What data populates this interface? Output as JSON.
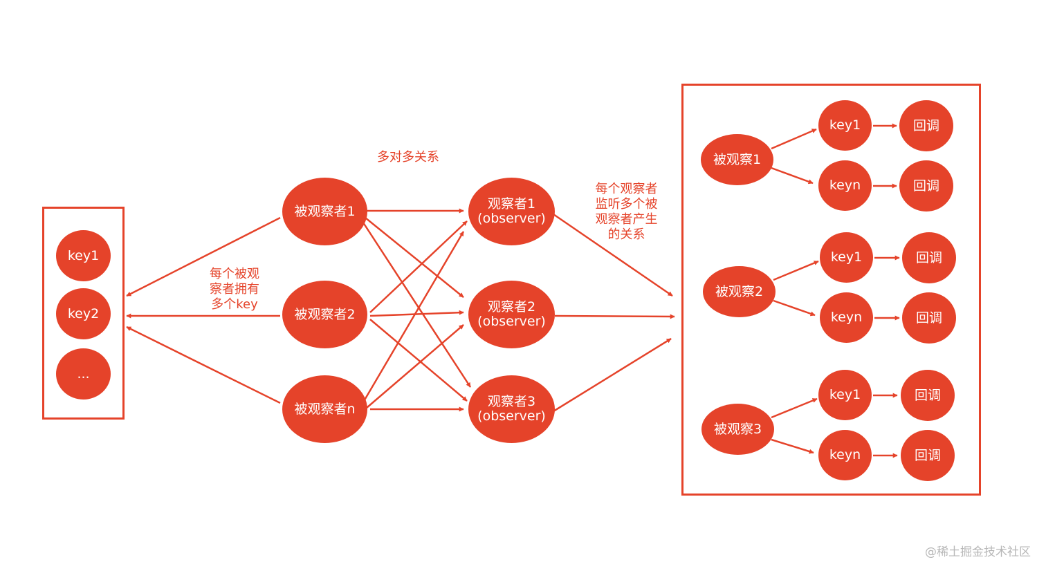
{
  "keys_box": {
    "items": [
      "key1",
      "key2",
      "..."
    ]
  },
  "observables": {
    "item1": "被观察者1",
    "item2": "被观察者2",
    "itemn": "被观察者n"
  },
  "observers": [
    {
      "line1": "观察者1",
      "line2": "(observer)"
    },
    {
      "line1": "观察者2",
      "line2": "(observer)"
    },
    {
      "line1": "观察者3",
      "line2": "(observer)"
    }
  ],
  "labels": {
    "many_to_many": "多对多关系",
    "each_observable_has_keys": [
      "每个被观",
      "察者拥有",
      "多个key"
    ],
    "each_observer_listens": [
      "每个观察者",
      "监听多个被",
      "观察者产生",
      "的关系"
    ]
  },
  "right_panel": {
    "groups": [
      {
        "observable": "被观察1",
        "key_a": "key1",
        "key_b": "keyn",
        "callback_a": "回调",
        "callback_b": "回调"
      },
      {
        "observable": "被观察2",
        "key_a": "key1",
        "key_b": "keyn",
        "callback_a": "回调",
        "callback_b": "回调"
      },
      {
        "observable": "被观察3",
        "key_a": "key1",
        "key_b": "keyn",
        "callback_a": "回调",
        "callback_b": "回调"
      }
    ]
  },
  "watermark": "@稀土掘金技术社区",
  "colors": {
    "accent": "#e5432a",
    "background": "#ffffff",
    "watermark": "#b7b7b7"
  }
}
